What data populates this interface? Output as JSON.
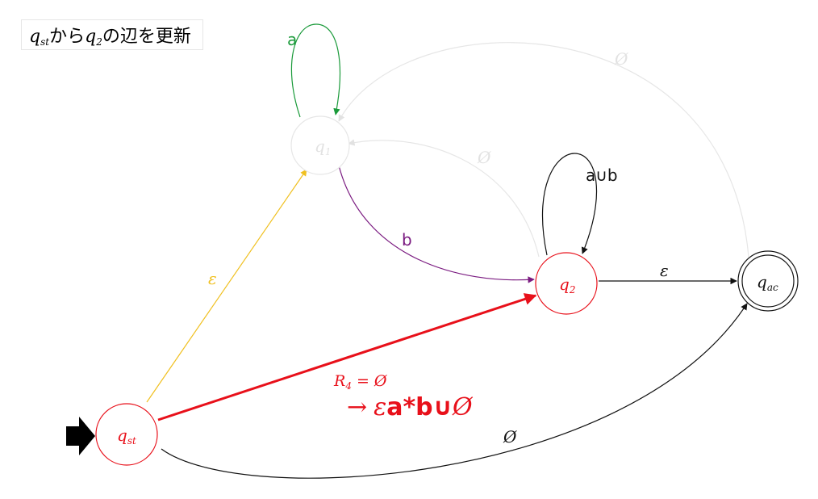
{
  "title": {
    "q_st_base": "q",
    "q_st_sub": "st",
    "kara": "から",
    "q2_base": "q",
    "q2_sub": "2",
    "rest": "の辺を更新"
  },
  "states": {
    "q1": {
      "base": "q",
      "sub": "1"
    },
    "q2": {
      "base": "q",
      "sub": "2"
    },
    "qst": {
      "base": "q",
      "sub": "st"
    },
    "qac": {
      "base": "q",
      "sub": "ac"
    }
  },
  "edges": {
    "q1_loop": "a",
    "q2_loop": "a∪b",
    "q1_to_q2": "b",
    "q2_to_q1": "Ø",
    "qst_to_q1": "ε",
    "q2_to_qac": "ε",
    "qac_to_q1": "Ø",
    "qst_to_qac": "Ø",
    "qst_to_q2_r_base": "R",
    "qst_to_q2_r_sub": "4",
    "qst_to_q2_r_eq": "= Ø"
  },
  "update": {
    "arrow": "→",
    "eps": "ε",
    "regex": "a*b∪",
    "empty": "Ø"
  },
  "colors": {
    "highlight": "#e8101a",
    "faded": "#e2e2e2",
    "green": "#1a9a3a",
    "purple": "#7a1a80",
    "yellow": "#f0c020",
    "black": "#111111"
  }
}
